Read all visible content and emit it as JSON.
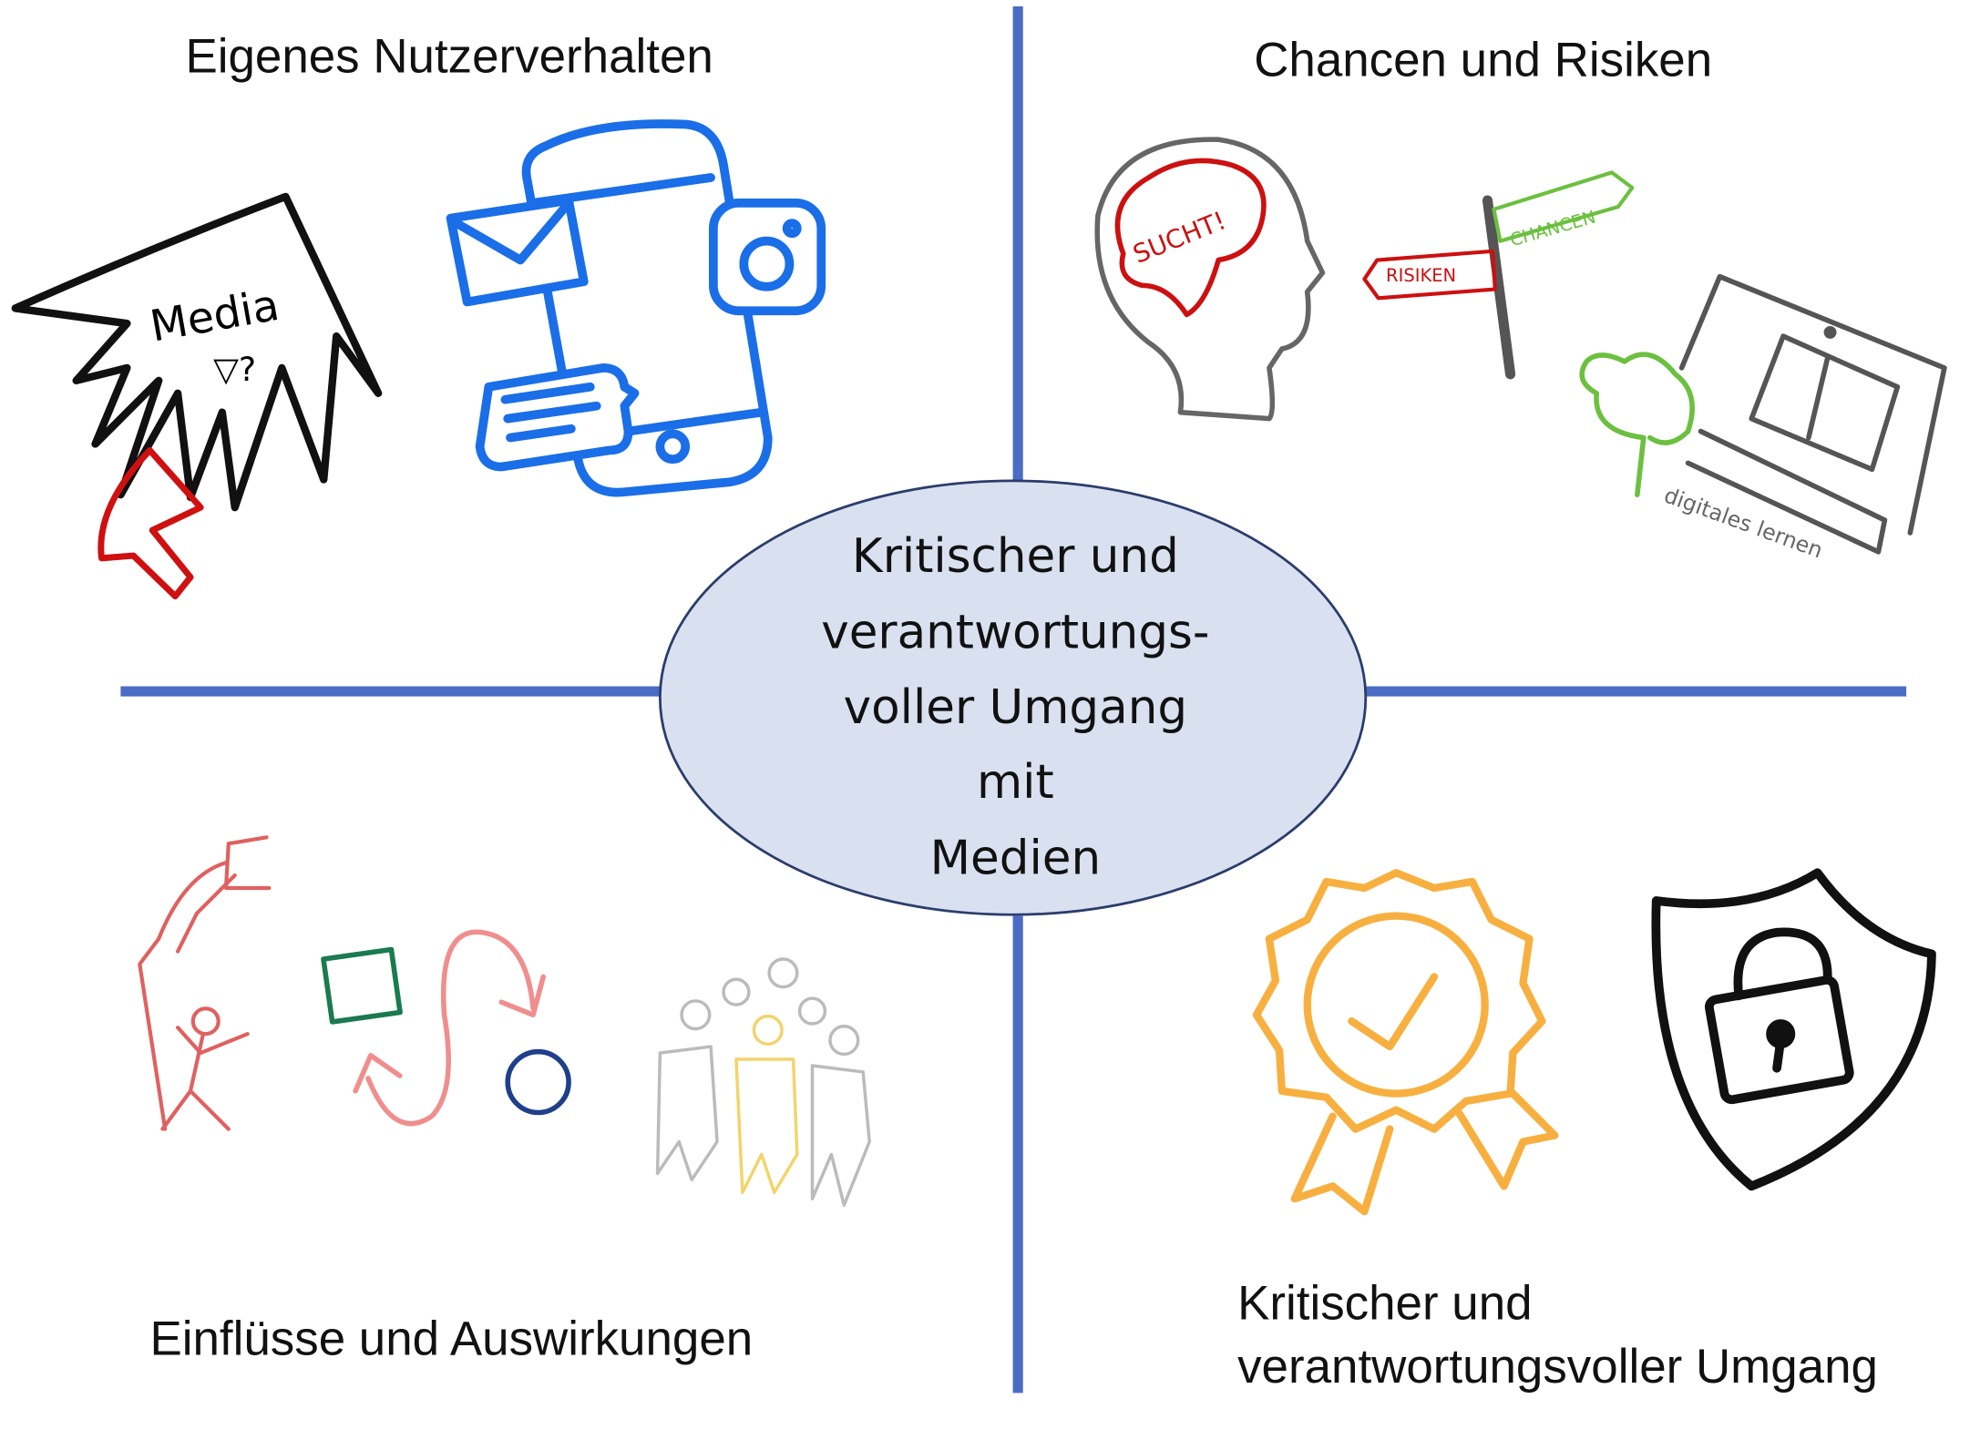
{
  "center": {
    "lines": [
      "Kritischer und",
      "verantwortungs-",
      "voller Umgang",
      "mit",
      "Medien"
    ]
  },
  "quadrants": {
    "top_left": {
      "title": "Eigenes Nutzerverhalten",
      "sketch_text": "Media"
    },
    "top_right": {
      "title": "Chancen und Risiken",
      "sign_sucht": "SUCHT!",
      "sign_chancen": "CHANCEN",
      "sign_risiken": "RISIKEN",
      "caption": "digitales lernen"
    },
    "bottom_left": {
      "title": "Einflüsse und Auswirkungen"
    },
    "bottom_right": {
      "title_line1": "Kritischer und",
      "title_line2": "verantwortungsvoller Umgang"
    }
  },
  "colors": {
    "axis": "#4a6cc4",
    "ellipse_fill": "#d9e1f0",
    "ellipse_stroke": "#2b3d6b"
  }
}
